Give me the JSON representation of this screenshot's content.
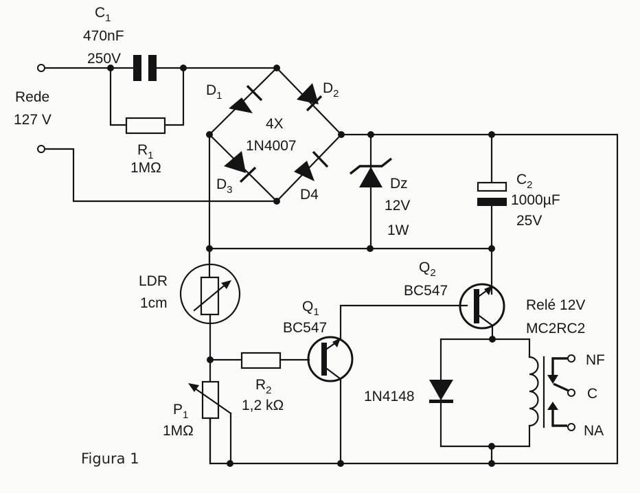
{
  "figure_caption": "Figura 1",
  "mains": {
    "name": "Rede",
    "voltage": "127 V"
  },
  "components": {
    "C1": {
      "ref": "C",
      "sub": "1",
      "value": "470nF",
      "rating": "250V"
    },
    "R1": {
      "ref": "R",
      "sub": "1",
      "value": "1MΩ"
    },
    "D1": {
      "ref": "D",
      "sub": "1"
    },
    "D2": {
      "ref": "D",
      "sub": "2"
    },
    "D3": {
      "ref": "D",
      "sub": "3"
    },
    "D4": {
      "ref": "D",
      "sub": "4"
    },
    "bridge": {
      "qty": "4X",
      "part": "1N4007"
    },
    "Dz": {
      "ref": "Dz",
      "voltage": "12V",
      "power": "1W"
    },
    "C2": {
      "ref": "C",
      "sub": "2",
      "value": "1000µF",
      "rating": "25V"
    },
    "LDR": {
      "ref": "LDR",
      "size": "1cm"
    },
    "P1": {
      "ref": "P",
      "sub": "1",
      "value": "1MΩ"
    },
    "R2": {
      "ref": "R",
      "sub": "2",
      "value": "1,2 kΩ"
    },
    "Q1": {
      "ref": "Q",
      "sub": "1",
      "part": "BC547"
    },
    "Q2": {
      "ref": "Q",
      "sub": "2",
      "part": "BC547"
    },
    "D_flyback": {
      "part": "1N4148"
    },
    "relay": {
      "name": "Relé 12V",
      "part": "MC2RC2",
      "contacts": [
        "NF",
        "C",
        "NA"
      ]
    }
  }
}
